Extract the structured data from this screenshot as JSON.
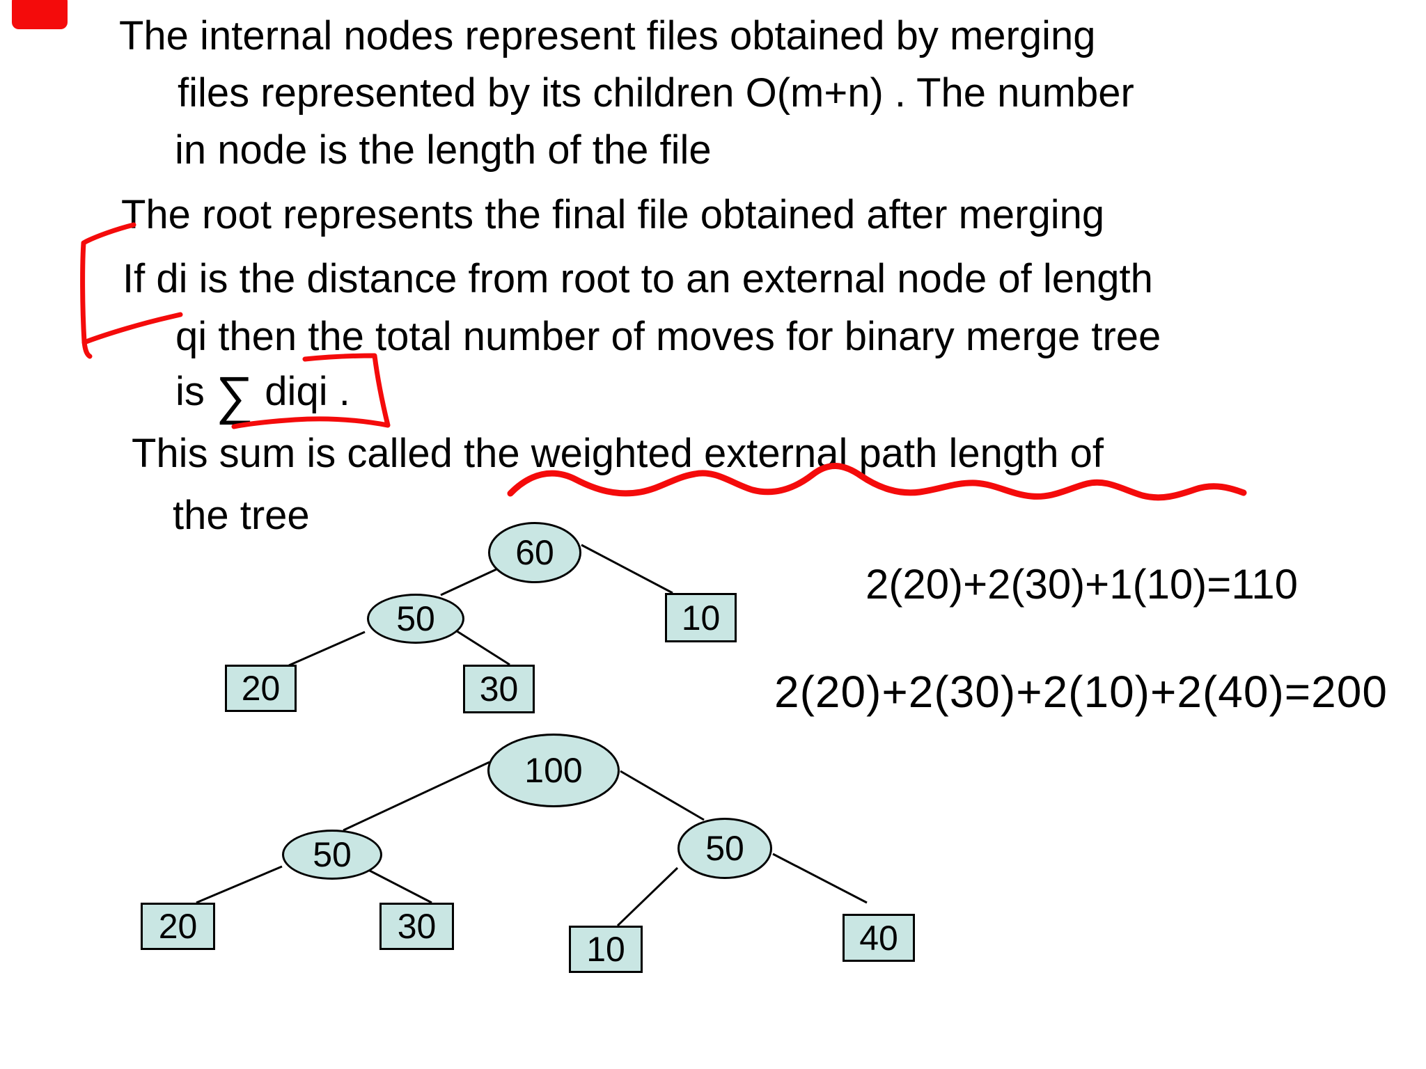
{
  "slide": {
    "kind": "lecture-slide",
    "colors": {
      "background": "#ffffff",
      "text": "#000000",
      "ink_red": "#f40b0b",
      "node_fill": "#c9e6e3",
      "node_border": "#000000",
      "edge": "#000000"
    }
  },
  "text": {
    "lines": [
      {
        "text": "The internal nodes represent files obtained by merging"
      },
      {
        "text": "files represented by its children O(m+n) . The number"
      },
      {
        "text": "in node is the length of the file"
      },
      {
        "text": "The root represents the final file obtained after merging"
      },
      {
        "text": "If di is the distance from root to an external node of length"
      },
      {
        "text": "qi then the total number of moves for binary merge tree"
      },
      {
        "prefix": "is ",
        "sigma": "∑",
        "suffix": " diqi ."
      },
      {
        "text": "This sum is called the weighted external path length of"
      },
      {
        "text": "the tree"
      }
    ]
  },
  "formulas": {
    "first": "2(20)+2(30)+1(10)=110",
    "second": "2(20)+2(30)+2(10)+2(40)=200"
  },
  "tree1": {
    "description": "binary merge tree, internal ellipses, external squares",
    "nodes": {
      "n60": "60",
      "n50": "50",
      "n10": "10",
      "n20": "20",
      "n30": "30"
    }
  },
  "tree2": {
    "description": "binary merge tree, internal ellipses, external squares",
    "nodes": {
      "n100": "100",
      "n50_left": "50",
      "n50_right": "50",
      "n20": "20",
      "n30": "30",
      "n10": "10",
      "n40": "40"
    }
  },
  "annotations": {
    "corner_mark": "red ink blob at top-left corner",
    "bracket": "hand-drawn red bracket spanning 'The root…' to 'qi then…' lines",
    "sigma_box": "hand-drawn red box around '∑ diqi .'",
    "wavy_underline": "red wavy underline under 'the weighted external path length'"
  }
}
